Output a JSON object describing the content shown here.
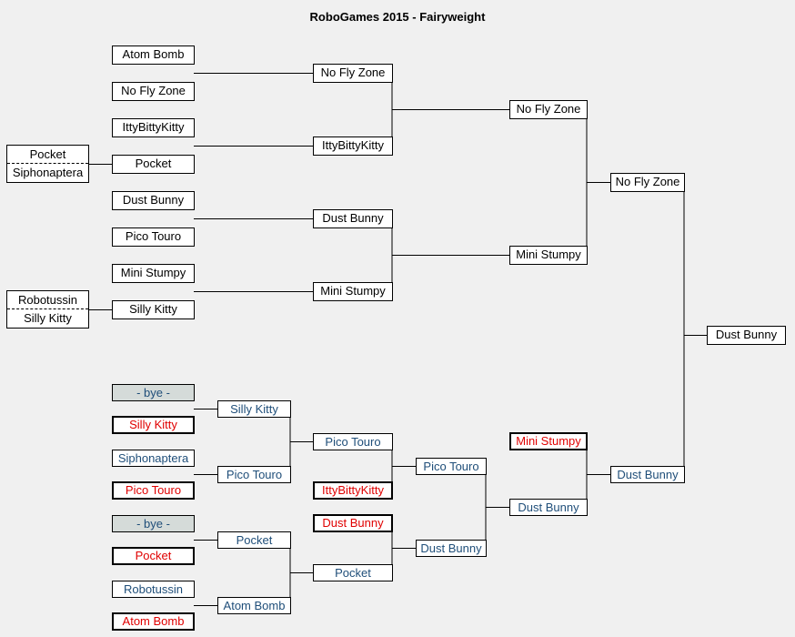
{
  "title": "RoboGames 2015 - Fairyweight",
  "colors": {
    "winner_text": "#000000",
    "loser_text": "#1f4e79",
    "eliminated": "#e00000",
    "bye_fill": "#d5dbd9"
  },
  "winners": {
    "round1": [
      "Atom Bomb",
      "No Fly Zone",
      "IttyBittyKitty",
      "Pocket",
      "Dust Bunny",
      "Pico Touro",
      "Mini Stumpy",
      "Silly Kitty"
    ],
    "round2": [
      "No Fly Zone",
      "IttyBittyKitty",
      "Dust Bunny",
      "Mini Stumpy"
    ],
    "semifinal": [
      "No Fly Zone",
      "Mini Stumpy"
    ],
    "final": "No Fly Zone",
    "champion": "Dust Bunny"
  },
  "play_ins": [
    {
      "top": "Pocket",
      "bottom": "Siphonaptera"
    },
    {
      "top": "Robotussin",
      "bottom": "Silly Kitty"
    }
  ],
  "losers": {
    "round1": [
      "- bye -",
      "Silly Kitty",
      "Siphonaptera",
      "Pico Touro",
      "- bye -",
      "Pocket",
      "Robotussin",
      "Atom Bomb"
    ],
    "round2": [
      "Silly Kitty",
      "Pico Touro",
      "Pocket",
      "Atom Bomb"
    ],
    "round3": [
      "Pico Touro",
      "IttyBittyKitty",
      "Dust Bunny",
      "Pocket"
    ],
    "round4": [
      "Pico Touro",
      "Dust Bunny"
    ],
    "round5": [
      "Mini Stumpy",
      "Dust Bunny"
    ],
    "final": "Dust Bunny"
  }
}
